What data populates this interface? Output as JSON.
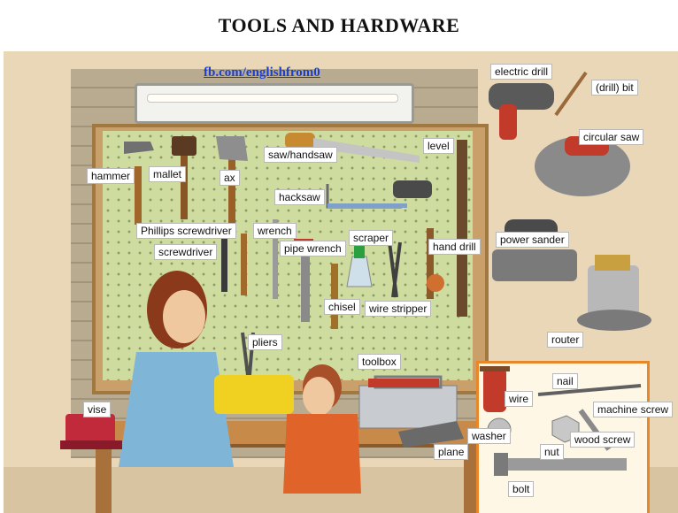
{
  "title": "TOOLS AND HARDWARE",
  "watermark": "fb.com/englishfrom0",
  "colors": {
    "watermark": "#1a3fd0",
    "pegboard": "#cfdca0",
    "wall": "#b9ab90",
    "bench": "#c88a48",
    "hardware_box_border": "#e8862a"
  },
  "labels": {
    "electric_drill": "electric drill",
    "drill_bit": "(drill) bit",
    "circular_saw": "circular saw",
    "power_sander": "power sander",
    "router": "router",
    "hammer": "hammer",
    "mallet": "mallet",
    "ax": "ax",
    "saw_handsaw": "saw/handsaw",
    "level": "level",
    "hacksaw": "hacksaw",
    "phillips_screwdriver": "Phillips screwdriver",
    "wrench": "wrench",
    "screwdriver": "screwdriver",
    "pipe_wrench": "pipe wrench",
    "scraper": "scraper",
    "hand_drill": "hand drill",
    "chisel": "chisel",
    "wire_stripper": "wire stripper",
    "pliers": "pliers",
    "toolbox": "toolbox",
    "vise": "vise",
    "plane": "plane",
    "wire": "wire",
    "nail": "nail",
    "machine_screw": "machine screw",
    "washer": "washer",
    "nut": "nut",
    "wood_screw": "wood screw",
    "bolt": "bolt"
  }
}
